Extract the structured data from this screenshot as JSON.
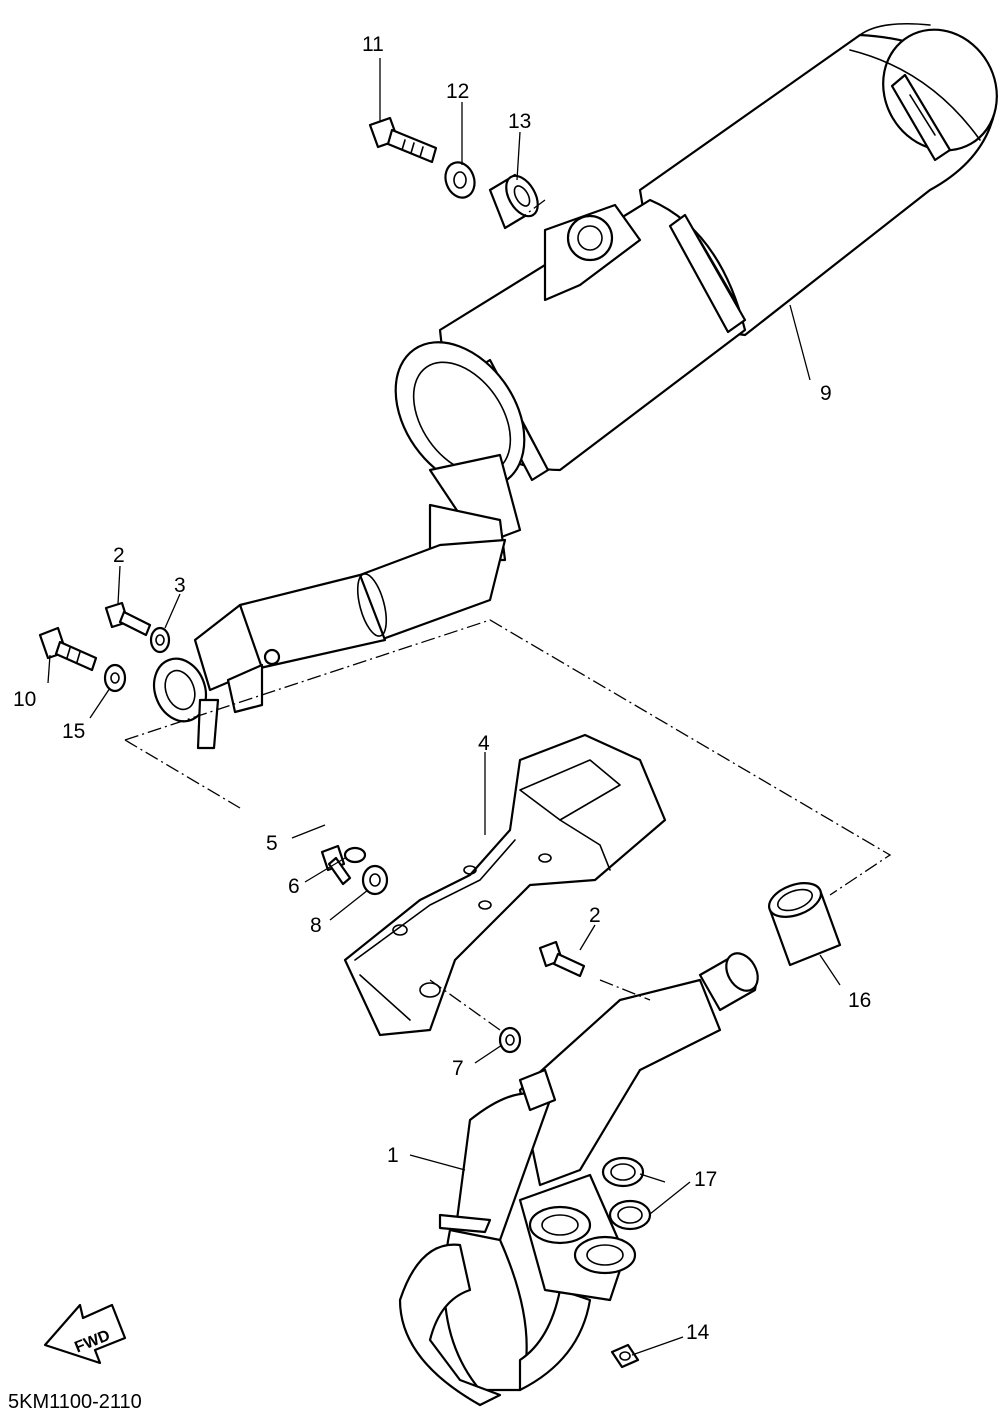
{
  "diagram": {
    "drawing_code": "5KM1100-2110",
    "direction_label": "FWD",
    "callouts": [
      "1",
      "2",
      "2",
      "3",
      "4",
      "5",
      "6",
      "7",
      "8",
      "9",
      "10",
      "11",
      "12",
      "13",
      "14",
      "15",
      "16",
      "17"
    ]
  }
}
